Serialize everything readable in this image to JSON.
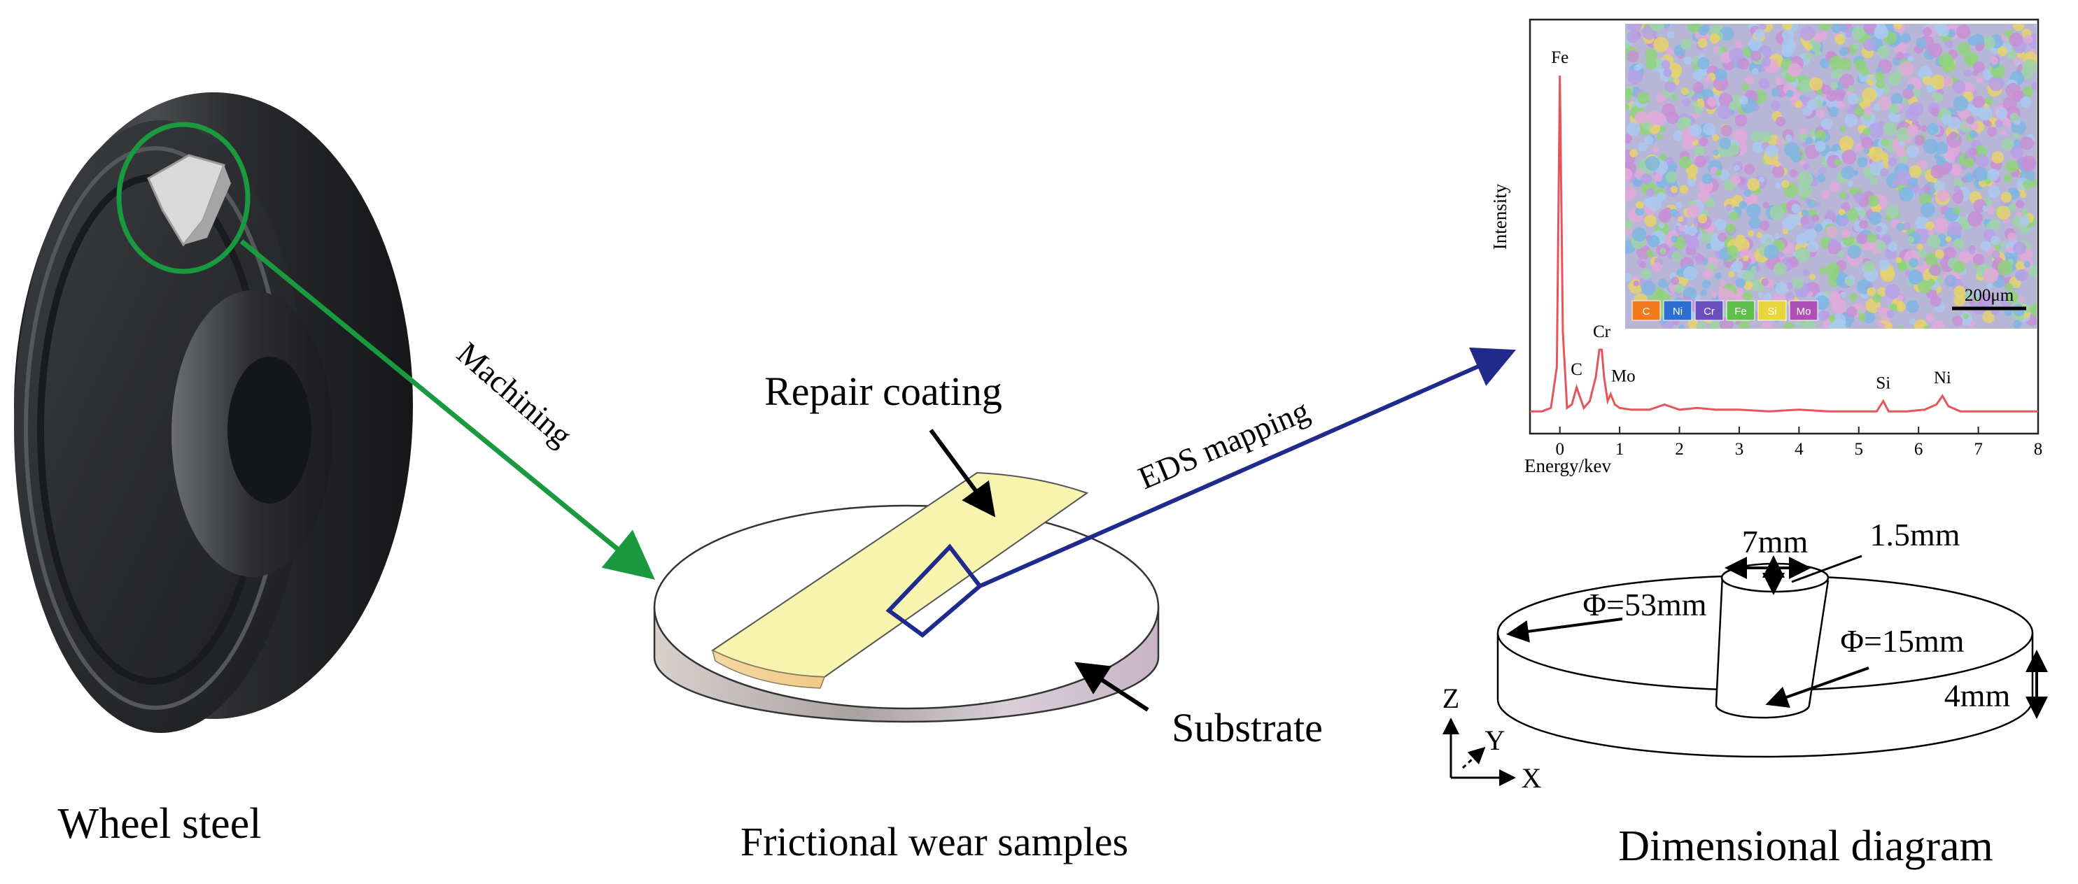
{
  "labels": {
    "wheel_steel": "Wheel steel",
    "frictional_wear_samples": "Frictional wear samples",
    "dimensional_diagram": "Dimensional diagram",
    "machining": "Machining",
    "eds_mapping": "EDS mapping",
    "repair_coating": "Repair coating",
    "substrate": "Substrate"
  },
  "colors": {
    "machining_arrow": "#1a9a3f",
    "eds_arrow": "#1f2a8c",
    "spectrum_line": "#e8545c",
    "coating": "#f7f4b0",
    "wheel": "#3a3c3f"
  },
  "spectrum": {
    "chart_data": {
      "type": "line",
      "title": "",
      "xlabel": "Energy/kev",
      "ylabel": "Intensity",
      "xlim": [
        -0.5,
        8
      ],
      "x_ticks": [
        0,
        1,
        2,
        3,
        4,
        5,
        6,
        7,
        8
      ],
      "x": [
        -0.5,
        -0.3,
        -0.15,
        -0.05,
        0.0,
        0.05,
        0.12,
        0.2,
        0.28,
        0.4,
        0.5,
        0.6,
        0.66,
        0.7,
        0.74,
        0.8,
        0.85,
        0.92,
        1.0,
        1.2,
        1.5,
        1.75,
        2.0,
        2.3,
        2.6,
        3.0,
        3.5,
        4.0,
        4.5,
        5.0,
        5.3,
        5.41,
        5.5,
        5.8,
        6.1,
        6.3,
        6.4,
        6.5,
        6.7,
        7.0,
        7.5,
        8.0
      ],
      "y": [
        0.02,
        0.02,
        0.03,
        0.15,
        1.0,
        0.25,
        0.03,
        0.04,
        0.09,
        0.03,
        0.05,
        0.12,
        0.2,
        0.2,
        0.12,
        0.05,
        0.07,
        0.04,
        0.03,
        0.025,
        0.025,
        0.04,
        0.025,
        0.03,
        0.025,
        0.025,
        0.02,
        0.025,
        0.02,
        0.02,
        0.02,
        0.05,
        0.02,
        0.02,
        0.025,
        0.04,
        0.065,
        0.035,
        0.02,
        0.02,
        0.02,
        0.02
      ],
      "peaks": [
        {
          "label": "Fe",
          "x": 0.0
        },
        {
          "label": "C",
          "x": 0.28
        },
        {
          "label": "Cr",
          "x": 0.7
        },
        {
          "label": "Mo",
          "x": 0.85
        },
        {
          "label": "Si",
          "x": 5.41
        },
        {
          "label": "Ni",
          "x": 6.4
        }
      ]
    },
    "map": {
      "scale_bar": "200μm",
      "legend": [
        {
          "element": "C",
          "color": "#f07a1c"
        },
        {
          "element": "Ni",
          "color": "#2a6fd1"
        },
        {
          "element": "Cr",
          "color": "#6a4fc0"
        },
        {
          "element": "Fe",
          "color": "#5fbf4a"
        },
        {
          "element": "Si",
          "color": "#e9d63a"
        },
        {
          "element": "Mo",
          "color": "#b04fb6"
        }
      ],
      "texture_colors": [
        "#c78fd6",
        "#8fd47a",
        "#7fb6e3",
        "#e6d36a",
        "#b7a0e6",
        "#9ed3a8",
        "#e2a9d9",
        "#a9c9f0"
      ]
    }
  },
  "dimensions": {
    "top_width": "7mm",
    "coating_thickness": "1.5mm",
    "outer_diameter": "Φ=53mm",
    "inner_diameter": "Φ=15mm",
    "height": "4mm",
    "axis_z": "Z",
    "axis_y": "Y",
    "axis_x": "X"
  }
}
